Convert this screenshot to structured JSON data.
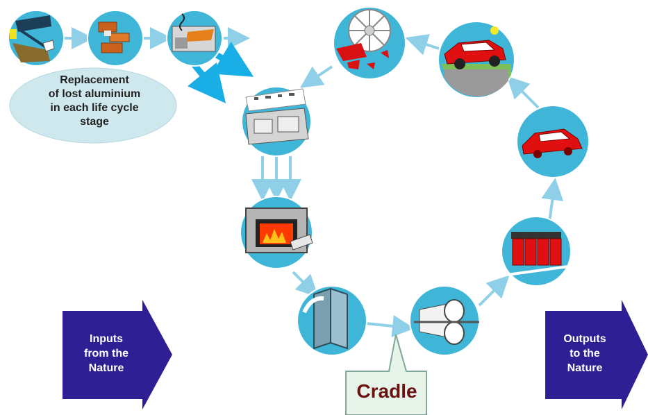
{
  "diagram": {
    "replacement_note": "Replacement of lost aluminium in each life cycle stage",
    "replacement_lines": [
      "Replacement",
      "of lost aluminium",
      "in each life cycle",
      "stage"
    ],
    "inputs_lines": [
      "Inputs",
      "from the",
      "Nature"
    ],
    "outputs_lines": [
      "Outputs",
      "to the",
      "Nature"
    ],
    "cradle_label": "Cradle"
  },
  "colors": {
    "circle": "#3fb6d8",
    "arrow": "#8fd0e8",
    "bold_arrow": "#19aee6",
    "nature_arrow": "#2e1f94",
    "oval": "#cfe8ee",
    "car_red": "#e01010",
    "label_dark": "#6b1111"
  },
  "icons": {
    "raw_material": "mining-icon",
    "refining": "refining-icon",
    "smelting": "smelting-icon",
    "casting": "furnace-icon",
    "forming": "profile-forming-icon",
    "rolling": "rolling-mill-icon",
    "fabrication": "car-body-parts-icon",
    "assembly": "car-assembly-icon",
    "use": "car-use-icon",
    "dismantling": "shredder-icon",
    "recycling": "scrap-sorting-icon"
  }
}
